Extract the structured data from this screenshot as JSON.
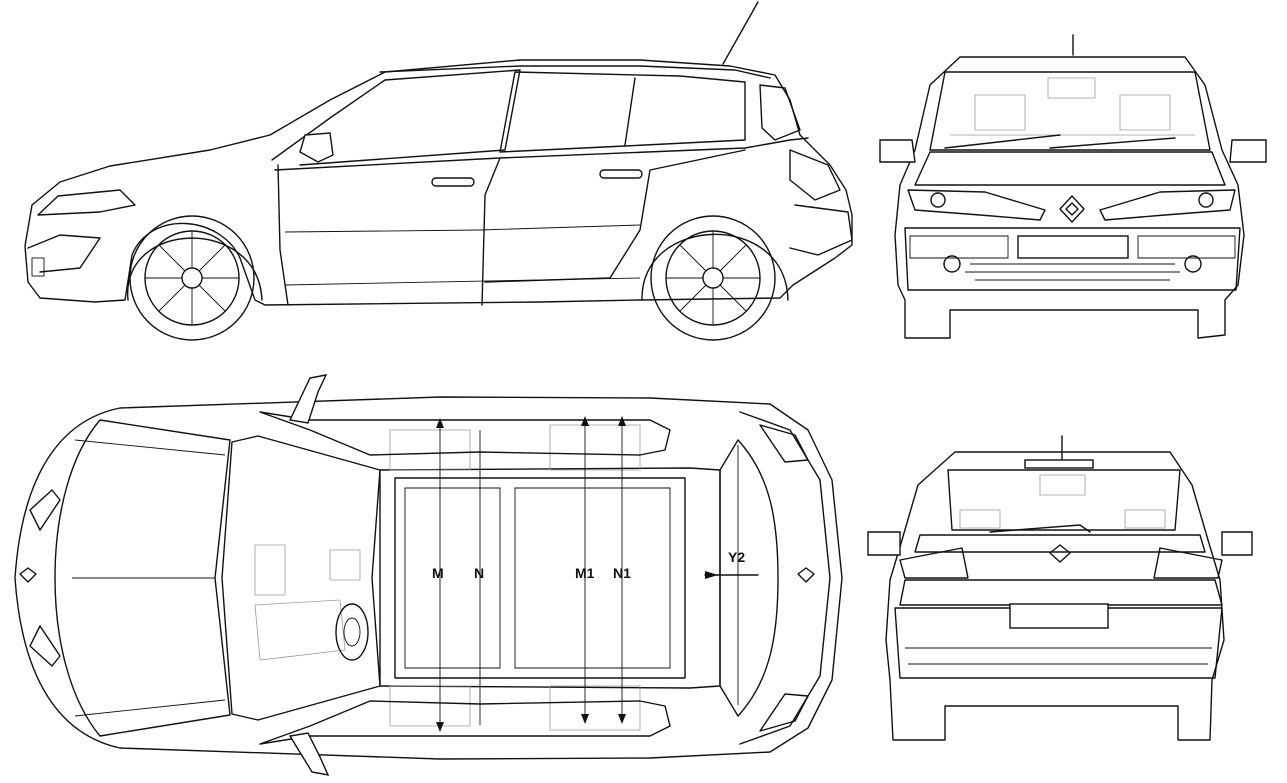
{
  "labels": {
    "m": "M",
    "n": "N",
    "m1": "M1",
    "n1": "N1",
    "y2": "Y2"
  },
  "views": [
    "side-view",
    "front-view",
    "top-view",
    "rear-view"
  ]
}
